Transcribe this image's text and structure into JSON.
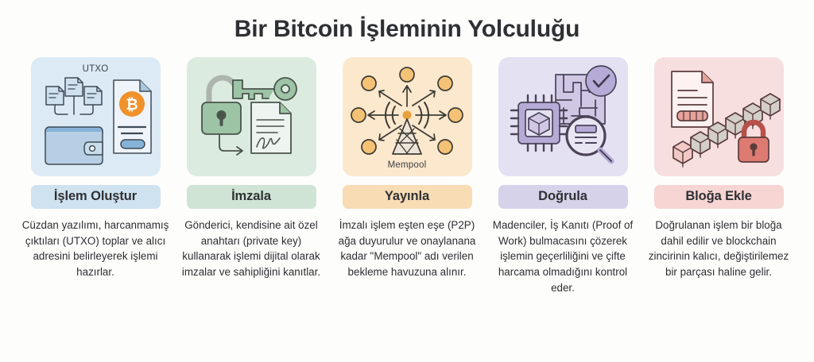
{
  "header": {
    "title": "Bir Bitcoin İşleminin Yolculuğu"
  },
  "theme": {
    "background": "#fdfdfc",
    "title_color": "#2f3033",
    "text_color": "#2d2e31"
  },
  "steps": [
    {
      "id": "create-transaction",
      "label": "İşlem Oluştur",
      "caption": "UTXO",
      "description": "Cüzdan yazılımı, harcanmamış çıktıları (UTXO) toplar ve alıcı adresini belirleyerek işlemi hazırlar.",
      "panel_color": "#dceaf5",
      "pill_color": "#cfe2f0",
      "accent": "#5b9bd5",
      "icons": [
        "utxo-documents-icon",
        "wallet-icon",
        "bitcoin-document-icon"
      ]
    },
    {
      "id": "sign",
      "label": "İmzala",
      "caption": "",
      "description": "Gönderici, kendisine ait özel anahtarı (private key) kullanarak işlemi dijital olarak imzalar ve sahipliğini kanıtlar.",
      "panel_color": "#dcebdf",
      "pill_color": "#cfe4d4",
      "accent": "#8bbd97",
      "icons": [
        "padlock-open-icon",
        "key-icon",
        "signed-document-icon",
        "arrow-right-icon"
      ]
    },
    {
      "id": "broadcast",
      "label": "Yayınla",
      "caption": "Mempool",
      "description": "İmzalı işlem eşten eşe (P2P) ağa duyurulur ve onaylanana kadar \"Mempool\" adı verilen bekleme havuzuna alınır.",
      "panel_color": "#fbe8cd",
      "pill_color": "#f8dcb4",
      "accent": "#e8a13c",
      "icons": [
        "broadcast-tower-icon",
        "network-nodes-icon"
      ]
    },
    {
      "id": "verify",
      "label": "Doğrula",
      "caption": "",
      "description": "Madenciler, İş Kanıtı (Proof of Work) bulmacasını çözerek işlemin geçerliliğini ve çifte harcama olmadığını kontrol eder.",
      "panel_color": "#e4e1f2",
      "pill_color": "#d6d2ea",
      "accent": "#9f94c6",
      "icons": [
        "cpu-chip-icon",
        "maze-icon",
        "check-circle-icon",
        "magnifier-icon"
      ]
    },
    {
      "id": "add-to-block",
      "label": "Bloğa Ekle",
      "caption": "",
      "description": "Doğrulanan işlem bir bloğa dahil edilir ve blockchain zincirinin kalıcı, değiştirilemez bir parçası haline gelir.",
      "panel_color": "#f8dfdf",
      "pill_color": "#f6d5d3",
      "accent": "#d9736c",
      "icons": [
        "block-document-icon",
        "blockchain-cubes-icon",
        "padlock-closed-icon"
      ]
    }
  ]
}
